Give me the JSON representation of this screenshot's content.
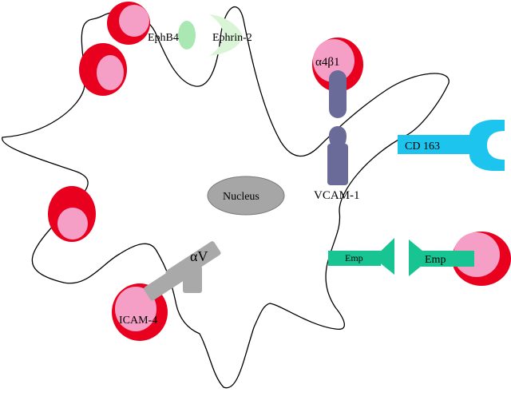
{
  "labels": {
    "ephb4": "EphB4",
    "ephrin2": "Ephrin-2",
    "a4b1": "α4β1",
    "vcam1": "VCAM-1",
    "cd163": "CD 163",
    "nucleus": "Nucleus",
    "av": "αV",
    "icam4": "ICAM-4",
    "emp_left": "Emp",
    "emp_right": "Emp"
  },
  "colors": {
    "rbc_outer": "#e8001e",
    "rbc_inner": "#f59ec6",
    "ephb4": "#a9e8b2",
    "ephrin": "#d9f5d6",
    "integrin_a4b1": "#6b6b9a",
    "cd163": "#1cc4ee",
    "nucleus": "#a6a6a6",
    "av_integrin": "#a9a9a9",
    "emp": "#19c493",
    "membrane": "#000000"
  },
  "icons": [
    "red-blood-cell",
    "receptor",
    "ligand",
    "nucleus"
  ]
}
